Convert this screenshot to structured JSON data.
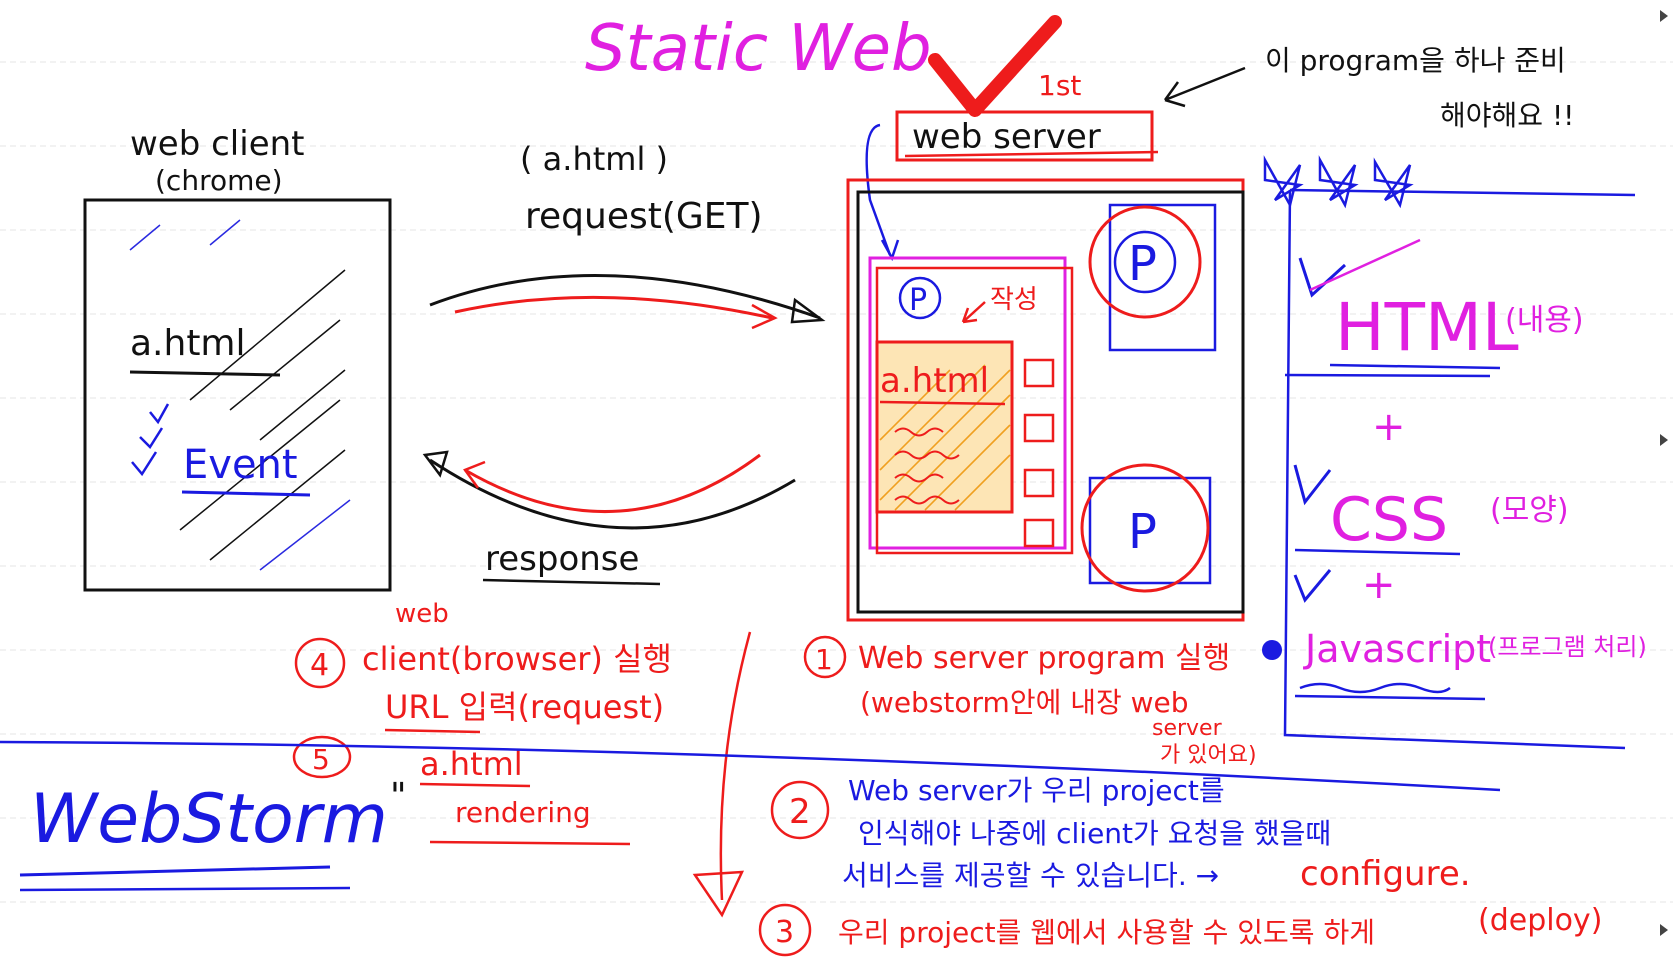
{
  "colors": {
    "magenta": "#e020e0",
    "red": "#ee1c1c",
    "blue": "#1a1ae0",
    "black": "#111111",
    "orange": "#f0a020",
    "ruled_line": "#e6e6e6"
  },
  "title": "Static Web.",
  "top_note": {
    "line1": "이 program을 하나 준비",
    "line2": "해야해요 !!"
  },
  "check_label": "1st",
  "client": {
    "title": "web client",
    "subtitle": "(chrome)",
    "file": "a.html",
    "event": "Event"
  },
  "request": {
    "file": "( a.html )",
    "label": "request(GET)"
  },
  "response": {
    "label": "response"
  },
  "server": {
    "title": "web server",
    "project_badge": "P",
    "write_label": "작성",
    "file": "a.html",
    "other_project_1": "P",
    "other_project_2": "P"
  },
  "stack": {
    "html": "HTML",
    "html_note": "(내용)",
    "plus1": "+",
    "css": "CSS",
    "css_note": "(모양)",
    "plus2": "+",
    "js": "Javascript",
    "js_note": "(프로그램 처리)"
  },
  "steps": {
    "web_label": "web",
    "step4_num": "4",
    "step4_line1": "client(browser) 실행",
    "step4_line2": "URL 입력(request)",
    "step5_num": "5",
    "step5_quote": "\"",
    "step5_line1": "a.html",
    "step5_line2": "rendering",
    "step1_num": "1",
    "step1_line1": "Web server program 실행",
    "step1_line2": "(webstorm안에 내장 web",
    "step1_line3": "server",
    "step1_line4": "가 있어요)",
    "step2_num": "2",
    "step2_line1": "Web server가 우리 project를",
    "step2_line2": "인식해야 나중에 client가 요청을 했을때",
    "step2_line3": "서비스를 제공할 수 있습니다. →",
    "step2_configure": "configure.",
    "step3_num": "3",
    "step3_line1": "우리 project를 웹에서 사용할 수 있도록 하게",
    "step3_deploy": "(deploy)"
  },
  "webstorm": "WebStorm"
}
